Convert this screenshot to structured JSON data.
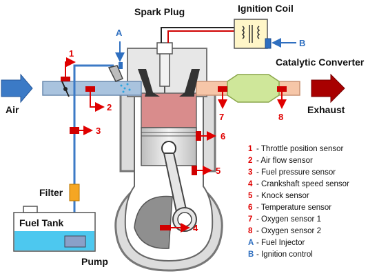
{
  "labels": {
    "spark_plug": "Spark Plug",
    "ignition_coil": "Ignition Coil",
    "catalytic_converter": "Catalytic Converter",
    "air": "Air",
    "exhaust": "Exhaust",
    "filter": "Filter",
    "fuel_tank": "Fuel Tank",
    "pump": "Pump"
  },
  "markers": {
    "s1": "1",
    "s2": "2",
    "s3": "3",
    "s4": "4",
    "s5": "5",
    "s6": "6",
    "s7": "7",
    "s8": "8",
    "a": "A",
    "b": "B"
  },
  "legend": [
    {
      "key": "1",
      "text": "- Throttle position sensor"
    },
    {
      "key": "2",
      "text": "- Air flow sensor"
    },
    {
      "key": "3",
      "text": "- Fuel pressure sensor"
    },
    {
      "key": "4",
      "text": "- Crankshaft speed sensor"
    },
    {
      "key": "5",
      "text": "- Knock sensor"
    },
    {
      "key": "6",
      "text": "- Temperature sensor"
    },
    {
      "key": "7",
      "text": "- Oxygen sensor 1"
    },
    {
      "key": "8",
      "text": "- Oxygen sensor 2"
    },
    {
      "key": "A",
      "text": "- Fuel Injector"
    },
    {
      "key": "B",
      "text": "- Ignition control"
    }
  ],
  "colors": {
    "sensor": "#e00000",
    "actuator": "#2f6fc0",
    "intake": "#a9c3de",
    "exhaust_pipe": "#f6c6a8",
    "combustion": "#d98c8c",
    "catalyst": "#cfe79a",
    "fuel": "#4dc8ef",
    "filter": "#f5a623"
  }
}
